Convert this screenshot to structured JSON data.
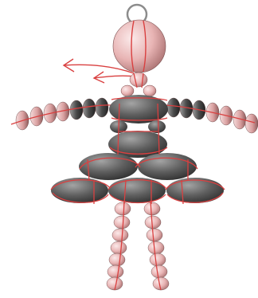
{
  "figure": {
    "colors": {
      "background": "#ffffff",
      "thread": "#d94040",
      "ring": "#8c8c8c",
      "bead_pink_light": "#f6dcdc",
      "bead_pink_mid": "#e8b4b4",
      "bead_pink_dark": "#b07878",
      "bead_gray_light": "#9a9a9a",
      "bead_gray_mid": "#5f5f5f",
      "bead_gray_dark": "#2f2f2f"
    },
    "parts": {
      "ring": "hanging-ring",
      "head": "head-bead",
      "neck": "neck-beads",
      "arms": "arm-beads",
      "torso": "torso-beads",
      "skirt": "skirt-beads",
      "legs": "leg-beads",
      "thread_ends": "thread-tail-arrow"
    }
  }
}
